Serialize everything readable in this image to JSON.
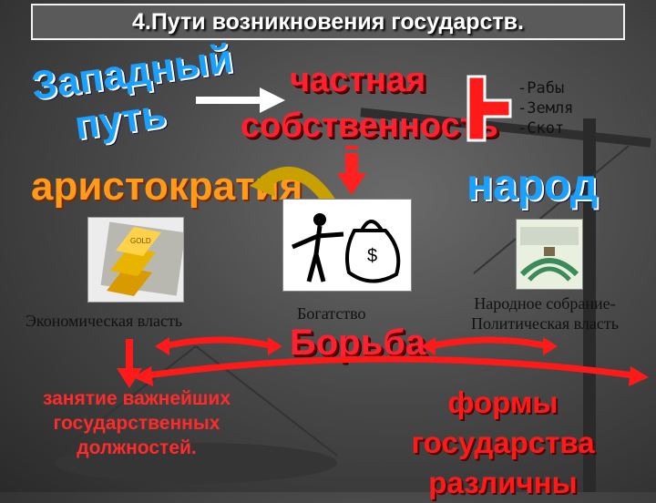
{
  "title": "4.Пути возникновения государств.",
  "western_path": [
    "Западный",
    "путь"
  ],
  "private_property": [
    "частная",
    "собственность"
  ],
  "property_items": [
    "-Рабы",
    "-Земля",
    "-Скот"
  ],
  "aristocracy": "аристократия",
  "people": "народ",
  "economic_power": "Экономическая власть",
  "wealth": "Богатство",
  "struggle": "Борьба",
  "people_assembly": [
    "Народное собрание-",
    "Политическая власть"
  ],
  "important_posts": [
    "занятие важнейших",
    "государственных",
    "должностей."
  ],
  "forms_differ": [
    "формы государства",
    "различны"
  ],
  "gold_label": "GOLD",
  "dollar_sign": "$",
  "colors": {
    "red": "#ff2030",
    "blue": "#1aa0ff",
    "orange": "#ff9a1a",
    "background": "#4a4a4a"
  }
}
